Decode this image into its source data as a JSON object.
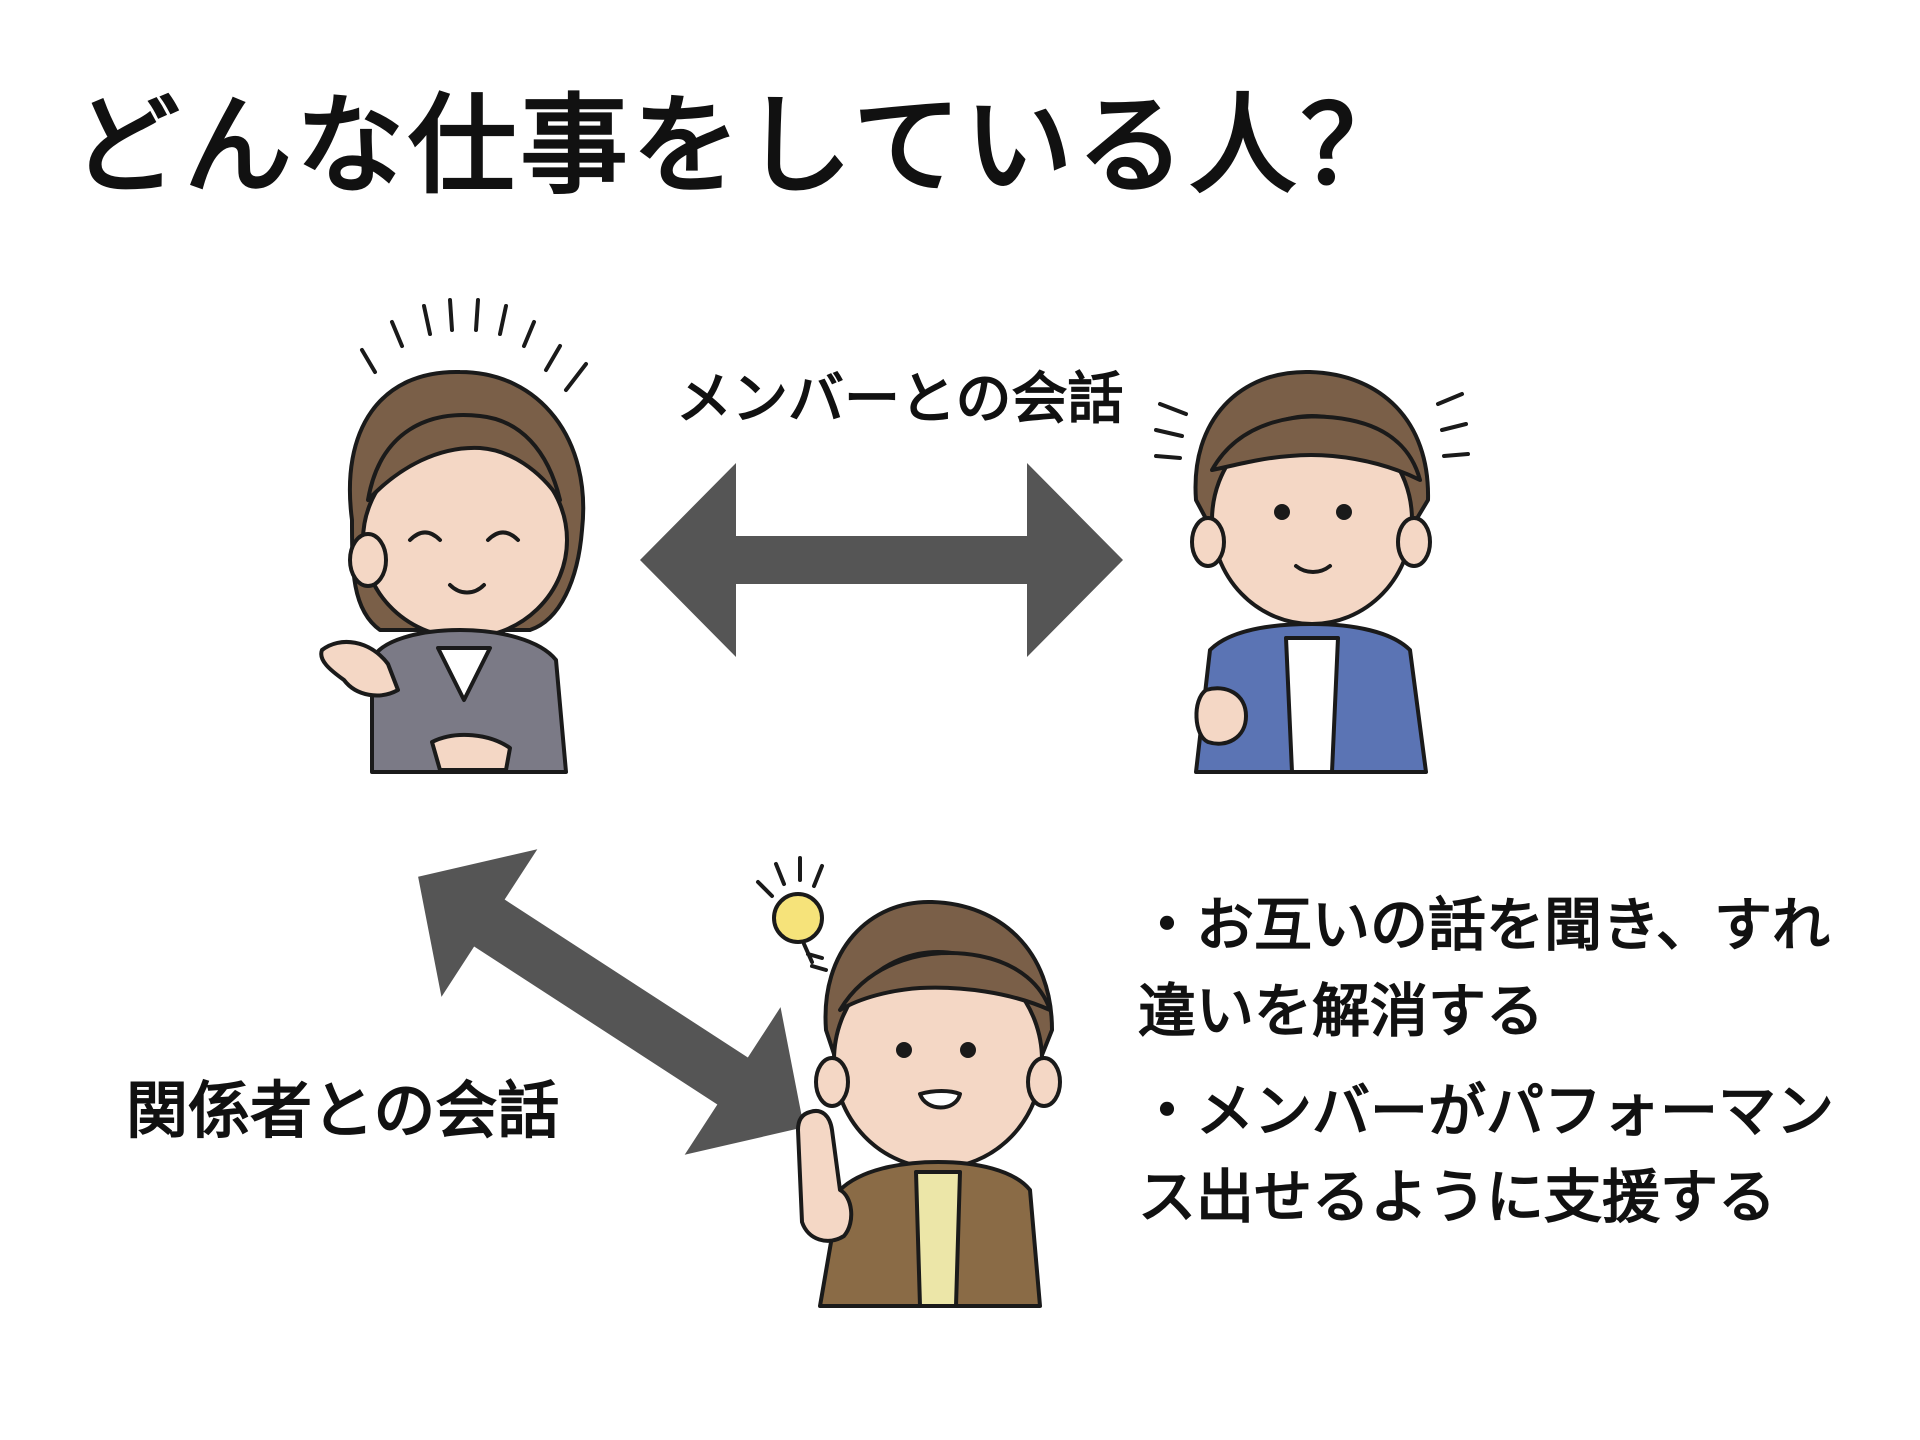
{
  "title": "どんな仕事をしている人？",
  "labels": {
    "members_talk": "メンバーとの会話",
    "stakeholders_talk": "関係者との会話"
  },
  "bullets": [
    "・お互いの話を聞き、すれ違いを解消する",
    "・メンバーがパフォーマンス出せるように支援する"
  ],
  "colors": {
    "arrow": "#555555",
    "hair": "#7a5f48",
    "skin": "#f4d7c5",
    "woman_suit": "#7b7a86",
    "man_jacket": "#5b74b4",
    "center_jacket": "#8a6b46",
    "center_shirt": "#ece6a8",
    "bulb": "#f6e37a"
  }
}
